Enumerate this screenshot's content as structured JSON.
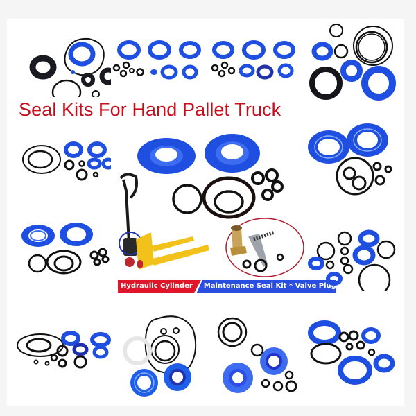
{
  "title": "Seal Kits For Hand Pallet Truck",
  "banner": {
    "left_label": "Hydraulic Cylinder",
    "right_label": "Maintenance Seal Kit * Valve Plug"
  },
  "colors": {
    "title": "#c3101a",
    "seal_blue": "#1f4fe0",
    "seal_black": "#111111",
    "banner_red": "#e0162b",
    "banner_blue": "#2b4ee0",
    "pallet_yellow": "#f2c21b"
  },
  "panels": [
    {
      "id": "kit-1",
      "description": "mixed black and blue seal kit"
    },
    {
      "id": "kit-2",
      "description": "blue U-cups with small o-rings"
    },
    {
      "id": "kit-3",
      "description": "blue U-cups with small o-rings"
    },
    {
      "id": "kit-4",
      "description": "black and blue seals"
    },
    {
      "id": "kit-5",
      "description": "o-rings with blue seals"
    },
    {
      "id": "kit-featured",
      "description": "pallet truck with seal kit and valve plug"
    },
    {
      "id": "kit-6",
      "description": "large blue seals with o-rings"
    },
    {
      "id": "kit-7",
      "description": "blue seals with o-rings"
    },
    {
      "id": "kit-8",
      "description": "mixed o-rings and blue seals"
    },
    {
      "id": "kit-9",
      "description": "o-rings with blue seals"
    },
    {
      "id": "kit-10",
      "description": "large oval o-ring with blue seals"
    },
    {
      "id": "kit-11",
      "description": "blue seals with o-rings"
    },
    {
      "id": "kit-12",
      "description": "blue U-cups with black o-rings"
    }
  ]
}
